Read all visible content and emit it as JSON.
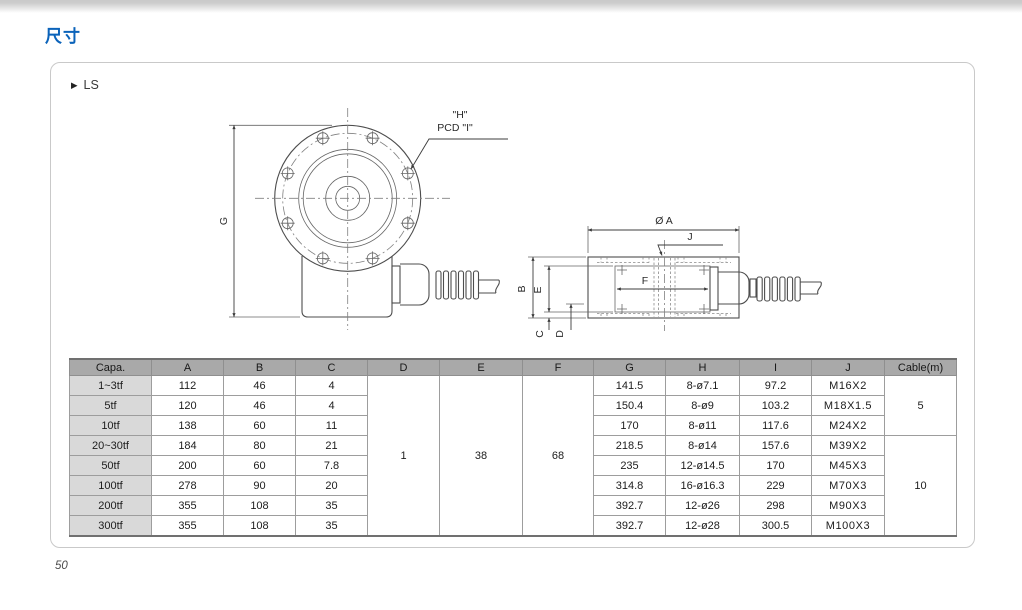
{
  "title": "尺寸",
  "page_number": "50",
  "panel": {
    "model": "LS"
  },
  "colors": {
    "title_blue": "#0b63ba",
    "table_header_bg": "#a9a9a9",
    "capa_col_bg": "#d9d9d9"
  },
  "drawing": {
    "labels": {
      "g": "G",
      "h_pcd_line1": "\"H\"",
      "h_pcd_line2": "PCD \"I\"",
      "dia_a": "Ø A",
      "j": "J",
      "f": "F",
      "b": "B",
      "e": "E",
      "c": "C",
      "d": "D"
    }
  },
  "table": {
    "columns": [
      "Capa.",
      "A",
      "B",
      "C",
      "D",
      "E",
      "F",
      "G",
      "H",
      "I",
      "J",
      "Cable(m)"
    ],
    "rows": [
      {
        "capa": "1~3tf",
        "a": "112",
        "b": "46",
        "c": "4",
        "g": "141.5",
        "h": "8-ø7.1",
        "i": "97.2",
        "j": "M16X2"
      },
      {
        "capa": "5tf",
        "a": "120",
        "b": "46",
        "c": "4",
        "g": "150.4",
        "h": "8-ø9",
        "i": "103.2",
        "j": "M18X1.5"
      },
      {
        "capa": "10tf",
        "a": "138",
        "b": "60",
        "c": "11",
        "g": "170",
        "h": "8-ø11",
        "i": "117.6",
        "j": "M24X2"
      },
      {
        "capa": "20~30tf",
        "a": "184",
        "b": "80",
        "c": "21",
        "g": "218.5",
        "h": "8-ø14",
        "i": "157.6",
        "j": "M39X2"
      },
      {
        "capa": "50tf",
        "a": "200",
        "b": "60",
        "c": "7.8",
        "g": "235",
        "h": "12-ø14.5",
        "i": "170",
        "j": "M45X3"
      },
      {
        "capa": "100tf",
        "a": "278",
        "b": "90",
        "c": "20",
        "g": "314.8",
        "h": "16-ø16.3",
        "i": "229",
        "j": "M70X3"
      },
      {
        "capa": "200tf",
        "a": "355",
        "b": "108",
        "c": "35",
        "g": "392.7",
        "h": "12-ø26",
        "i": "298",
        "j": "M90X3"
      },
      {
        "capa": "300tf",
        "a": "355",
        "b": "108",
        "c": "35",
        "g": "392.7",
        "h": "12-ø28",
        "i": "300.5",
        "j": "M100X3"
      }
    ],
    "merged": {
      "d": "1",
      "e": "38",
      "f": "68"
    },
    "cable_groups": [
      {
        "value": "5",
        "rowspan": 3
      },
      {
        "value": "10",
        "rowspan": 5
      }
    ]
  }
}
